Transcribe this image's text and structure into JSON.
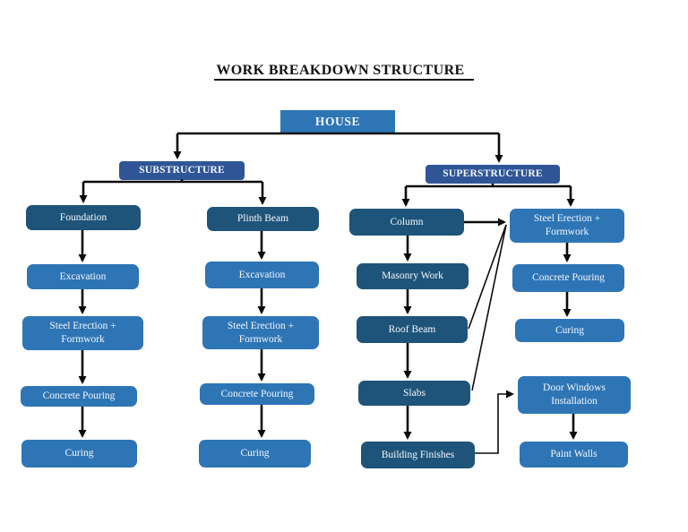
{
  "page": {
    "title": "WORK BREAKDOWN STRUCTURE"
  },
  "wbs": {
    "root": "HOUSE",
    "substructure": {
      "label": "SUBSTRUCTURE",
      "foundation_chain": [
        "Foundation",
        "Excavation",
        "Steel Erection + Formwork",
        "Concrete Pouring",
        "Curing"
      ],
      "plinth_chain": [
        "Plinth Beam",
        "Excavation",
        "Steel Erection + Formwork",
        "Concrete Pouring",
        "Curing"
      ]
    },
    "superstructure": {
      "label": "SUPERSTRUCTURE",
      "main_chain": [
        "Column",
        "Masonry Work",
        "Roof Beam",
        "Slabs",
        "Building Finishes"
      ],
      "steel_chain": [
        "Steel Erection + Formwork",
        "Concrete Pouring",
        "Curing"
      ],
      "finishing_chain": [
        "Door Windows Installation",
        "Paint Walls"
      ]
    },
    "colors": {
      "accent_medium": "#2E75B6",
      "accent_dark": "#1E5479",
      "accent_header": "#2F5597",
      "connector": "#0a0a0a"
    }
  }
}
